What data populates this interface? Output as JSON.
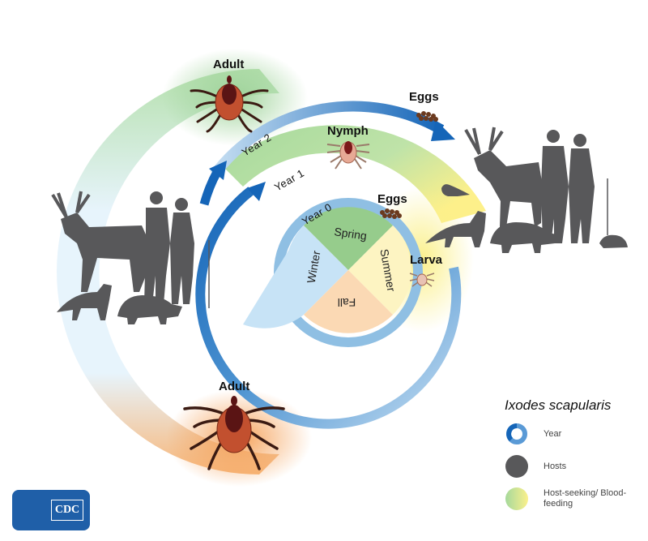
{
  "diagram": {
    "title": "Ixodes scapularis",
    "year_labels": {
      "year0": "Year 0",
      "year1": "Year 1",
      "year2": "Year 2"
    },
    "seasons": [
      {
        "label": "Winter",
        "color": "#c7e3f6"
      },
      {
        "label": "Spring",
        "color": "#96cc8c"
      },
      {
        "label": "Summer",
        "color": "#fdf4c2"
      },
      {
        "label": "Fall",
        "color": "#fbd9b4"
      }
    ],
    "stages": {
      "eggs_inner": "Eggs",
      "larva": "Larva",
      "nymph": "Nymph",
      "adult_top": "Adult",
      "eggs_outer": "Eggs",
      "adult_bottom": "Adult"
    },
    "hosts": {
      "left": [
        "deer",
        "human-man",
        "human-woman",
        "fox",
        "raccoon"
      ],
      "right": [
        "deer",
        "human-man",
        "human-woman",
        "bird",
        "fox",
        "raccoon",
        "mouse"
      ]
    },
    "colors": {
      "year_ring_dark": "#1565b8",
      "year_ring_light": "#b9d7ee",
      "host_silhouette": "#58585a",
      "feeding_green": "#9fd39a",
      "feeding_yellow": "#fbf190",
      "feeding_orange": "#f5a35c",
      "tick_body": "#b5472b",
      "tick_scutum": "#5a1414"
    }
  },
  "legend": {
    "title": "Ixodes scapularis",
    "items": [
      {
        "icon": "year-ring-icon",
        "label": "Year"
      },
      {
        "icon": "host-circle-icon",
        "label": "Hosts"
      },
      {
        "icon": "feeding-gradient-icon",
        "label": "Host-seeking/ Blood-feeding"
      }
    ]
  },
  "logo": {
    "text": "CDC"
  }
}
